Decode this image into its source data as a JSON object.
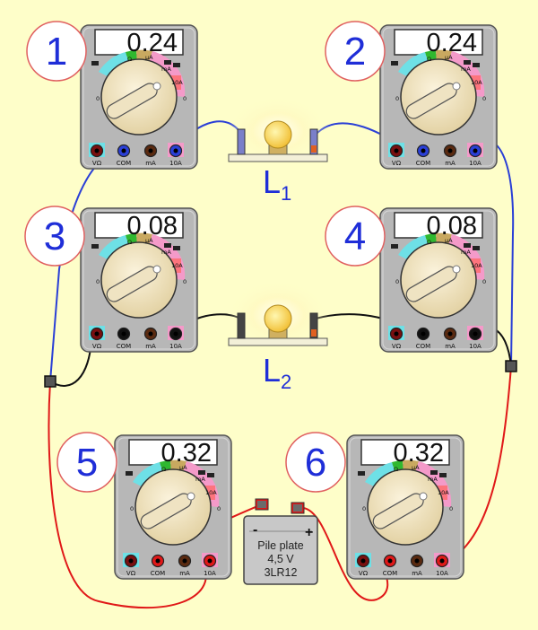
{
  "meters": [
    {
      "number": "1",
      "reading": "0.24",
      "jack_labels": [
        "VΩ",
        "COM",
        "mA",
        "10A"
      ]
    },
    {
      "number": "2",
      "reading": "0.24",
      "jack_labels": [
        "VΩ",
        "COM",
        "mA",
        "10A"
      ]
    },
    {
      "number": "3",
      "reading": "0.08",
      "jack_labels": [
        "VΩ",
        "COM",
        "mA",
        "10A"
      ]
    },
    {
      "number": "4",
      "reading": "0.08",
      "jack_labels": [
        "VΩ",
        "COM",
        "mA",
        "10A"
      ]
    },
    {
      "number": "5",
      "reading": "0.32",
      "jack_labels": [
        "VΩ",
        "COM",
        "mA",
        "10A"
      ]
    },
    {
      "number": "6",
      "reading": "0.32",
      "jack_labels": [
        "VΩ",
        "COM",
        "mA",
        "10A"
      ]
    }
  ],
  "dial_labels": {
    "off": "0",
    "ohm": "Ω",
    "ua": "µA",
    "ma": "mA",
    "a": "10A"
  },
  "lamps": [
    {
      "label": "L",
      "subscript": "1"
    },
    {
      "label": "L",
      "subscript": "2"
    }
  ],
  "battery": {
    "line1": "Pile plate",
    "line2": "4,5 V",
    "line3": "3LR12",
    "minus": "-",
    "plus": "+"
  },
  "colors": {
    "background": "#fefec9",
    "wire_blue": "#2a3fd6",
    "wire_black": "#111111",
    "wire_red": "#e01818",
    "number_blue": "#1f2ed8",
    "meter_body": "#b8b8b8",
    "dial": "#f2e6c4"
  }
}
